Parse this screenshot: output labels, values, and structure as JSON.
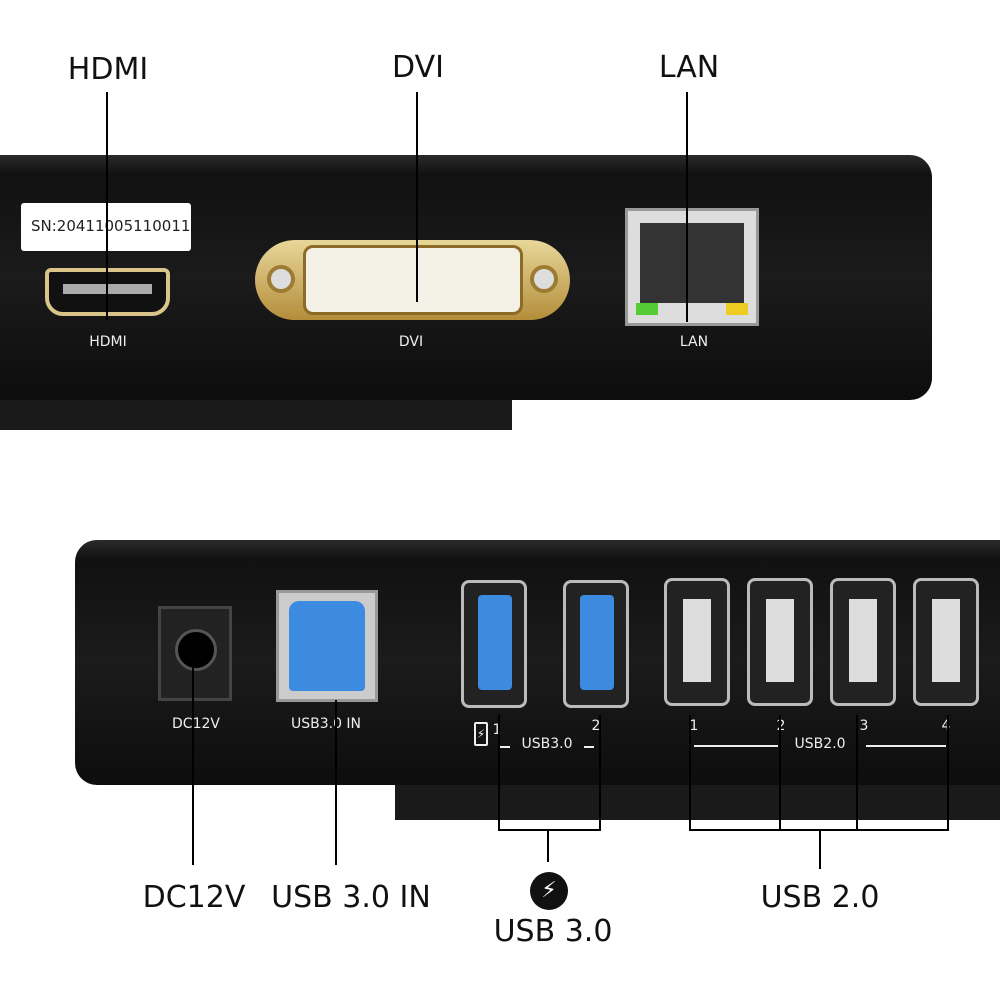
{
  "top_device": {
    "serial": "SN:20411005110011",
    "ports": [
      {
        "label": "HDMI"
      },
      {
        "label": "DVI"
      },
      {
        "label": "LAN"
      }
    ]
  },
  "callouts_top": {
    "hdmi": "HDMI",
    "dvi": "DVI",
    "lan": "LAN"
  },
  "bottom_device": {
    "dc_label": "DC12V",
    "usb_in_label": "USB3.0 IN",
    "usb3_group": "USB3.0",
    "usb3_ports": [
      "1",
      "2"
    ],
    "usb2_group": "USB2.0",
    "usb2_ports": [
      "1",
      "2",
      "3",
      "4"
    ],
    "charge_icon": "battery-charging-icon"
  },
  "callouts_bottom": {
    "dc": "DC12V",
    "usb_in": "USB 3.0 IN",
    "usb3": "USB 3.0",
    "usb2": "USB 2.0",
    "usb3_icon": "lightning-icon"
  },
  "colors": {
    "device": "#111111",
    "usb3_blue": "#3d8be0",
    "gold": "#c9a74a"
  }
}
